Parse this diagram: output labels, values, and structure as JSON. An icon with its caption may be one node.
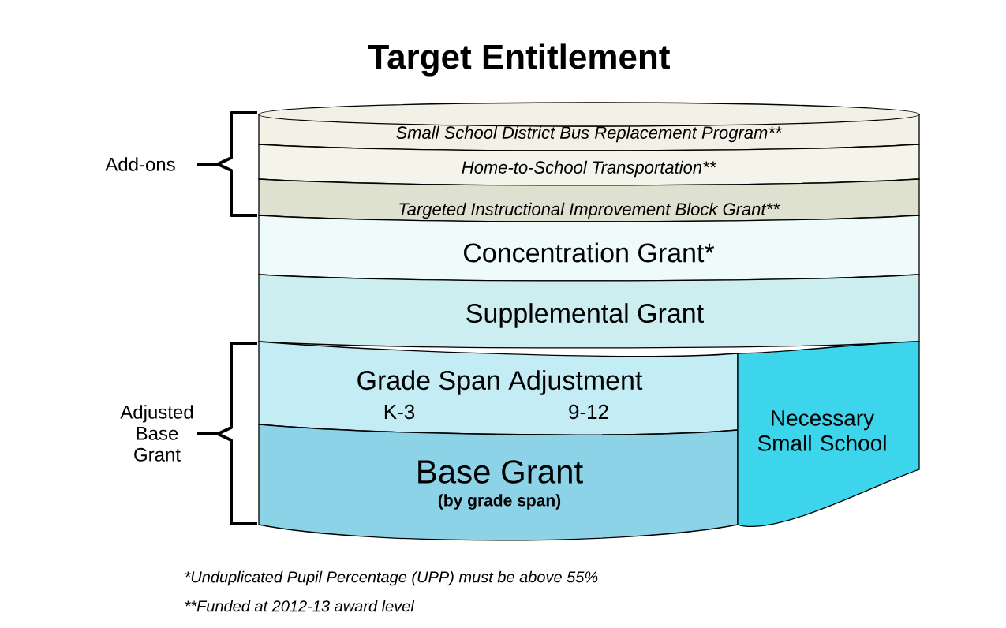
{
  "diagram": {
    "title": "Target Entitlement",
    "nodes": [
      {
        "text": [
          "Small School District Bus Replacement Program**"
        ]
      },
      {
        "text": [
          "Home-to-School Transportation**"
        ]
      },
      {
        "text": [
          "Targeted Instructional Improvement Block Grant**"
        ]
      },
      {
        "text": [
          "Concentration Grant*"
        ]
      },
      {
        "text": [
          "Supplemental Grant"
        ]
      },
      {
        "text": [
          "Grade Span Adjustment",
          "K-3",
          "9-12"
        ]
      },
      {
        "text": [
          "Base Grant",
          "(by grade span)"
        ]
      },
      {
        "text": [
          "Necessary Small School"
        ]
      }
    ],
    "labels": [
      "Add-ons",
      "Adjusted Base Grant",
      "*Unduplicated Pupil Percentage (UPP) must be above 55%",
      "**Funded at 2012-13 award level"
    ]
  }
}
